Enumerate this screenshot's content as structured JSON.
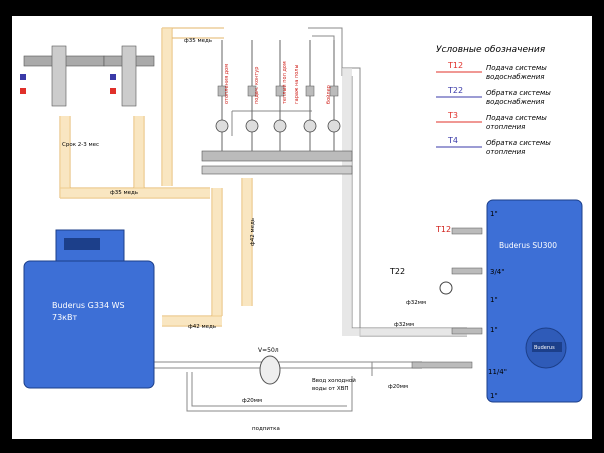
{
  "legend": {
    "title": "Условные обозначения",
    "items": [
      {
        "code": "T12",
        "desc1": "Подача системы",
        "desc2": "водоснабжения",
        "color": "#e0302a"
      },
      {
        "code": "T22",
        "desc1": "Обратка системы",
        "desc2": "водоснабжения",
        "color": "#3a3aa8"
      },
      {
        "code": "T3",
        "desc1": "Подача системы",
        "desc2": "отопления",
        "color": "#e0302a"
      },
      {
        "code": "T4",
        "desc1": "Обратка системы",
        "desc2": "отопления",
        "color": "#3a3aa8"
      }
    ]
  },
  "boiler": {
    "line1": "Buderus G334 WS",
    "line2": "73кВт"
  },
  "tank": {
    "title": "Buderus SU300",
    "brand": "Buderus",
    "ports": [
      "1\"",
      "3/4\"",
      "1\"",
      "1\"",
      "11/4\"",
      "1\""
    ]
  },
  "tags": {
    "t12": "T12",
    "t22": "T22"
  },
  "expansion_vessel": "V=50л",
  "pipes": {
    "top_main": "ф35 медь",
    "mid_main": "ф35 медь",
    "riser": "ф42 медь",
    "boiler_out": "ф42 медь",
    "dhw_loop": "ф32мм",
    "dhw_return": "ф32мм",
    "bottom": "ф20мм",
    "recirc_tag": "ф20мм"
  },
  "notes": {
    "srok": "Срок 2-3 мес",
    "water_in1": "Ввод холодной",
    "water_in2": "воды от ХВП",
    "podpitka": "подпитка"
  },
  "circuit_labels": [
    "отопления дом",
    "подач. контур",
    "теплый пол дом",
    "гараж на полы",
    "бойлер"
  ],
  "colors": {
    "tank": "#3d6fd6",
    "boiler": "#3d6fd6",
    "copper": "#f5cf8a",
    "sheet": "#ffffff"
  }
}
